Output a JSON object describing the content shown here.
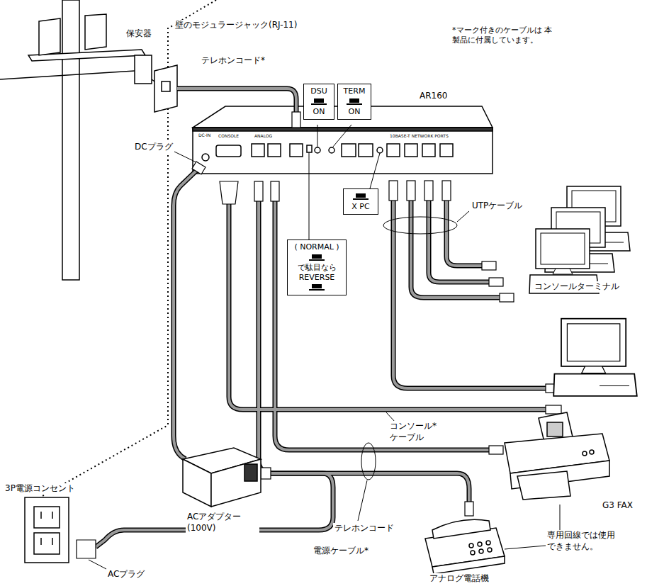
{
  "diagram": {
    "nodes": [
      {
        "text": [
          "DSU",
          "ON"
        ]
      },
      {
        "text": [
          "TERM",
          "ON"
        ]
      },
      {
        "text": [
          "X PC"
        ]
      },
      {
        "text": [
          "( NORMAL )",
          "で駄目なら REVERSE"
        ]
      }
    ],
    "labels": [
      "保安器",
      "壁のモジュラージャック(RJ-11)",
      "テレホンコード*",
      "*マーク付きのケーブルは 本製品に付属しています。",
      "AR160",
      "DC-IN",
      "CONSOLE",
      "ANALOG",
      "10BASE-T NETWORK PORTS",
      "DCプラグ",
      "UTPケーブル",
      "コンソールターミナル",
      "コンソール* ケーブル",
      "G3 FAX",
      "テレホンコード",
      "ACアダプター (100V)",
      "3P電源コンセント",
      "電源ケーブル*",
      "ACプラグ",
      "専用回線では使用 できません。",
      "アナログ電話機"
    ]
  }
}
